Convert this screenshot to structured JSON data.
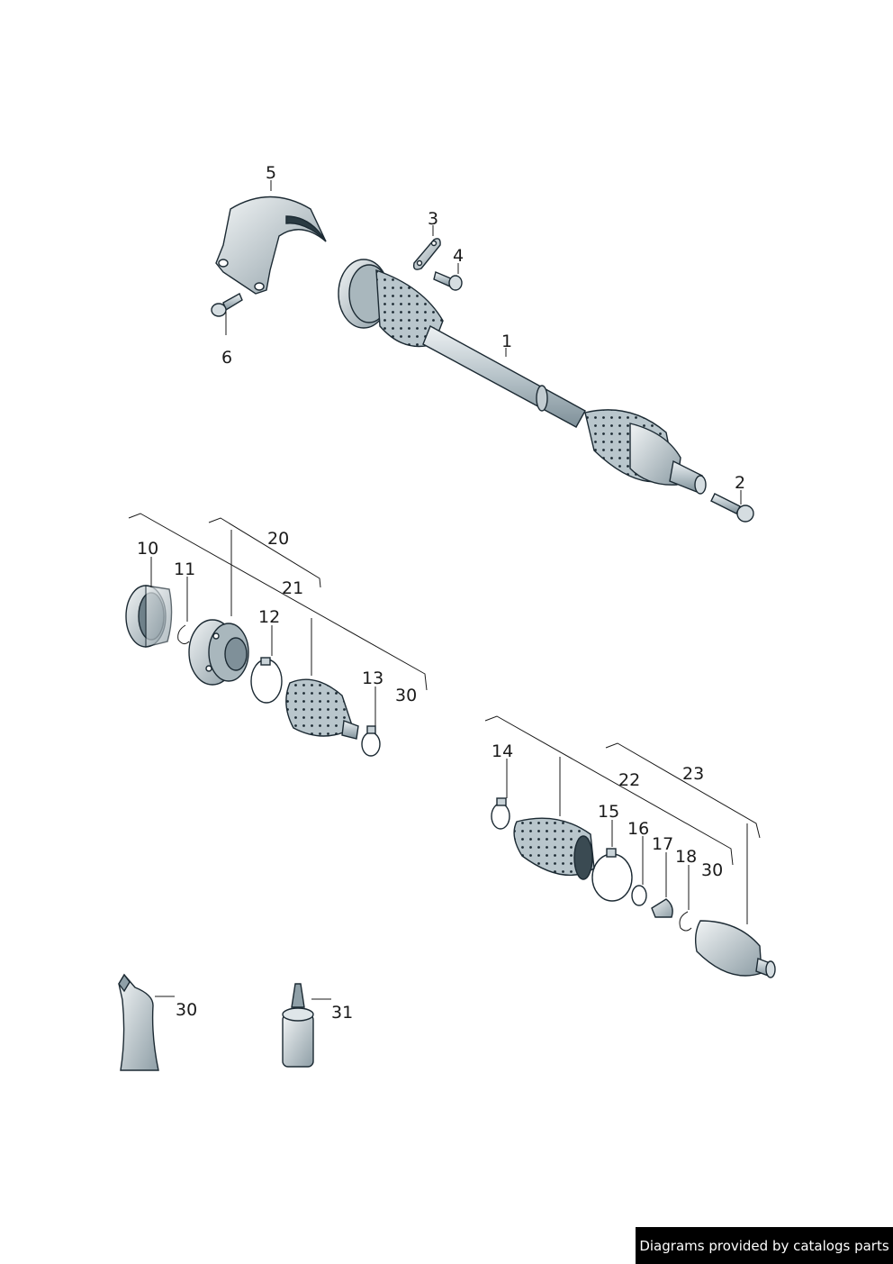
{
  "callouts": {
    "c1": "1",
    "c2": "2",
    "c3": "3",
    "c4": "4",
    "c5": "5",
    "c6": "6",
    "c10": "10",
    "c11": "11",
    "c12": "12",
    "c13": "13",
    "c14": "14",
    "c15": "15",
    "c16": "16",
    "c17": "17",
    "c18": "18",
    "c20": "20",
    "c21": "21",
    "c22": "22",
    "c23": "23",
    "c30a": "30",
    "c30b": "30",
    "c30c": "30",
    "c31": "31"
  },
  "footer": {
    "credit": "Diagrams provided by catalogs parts"
  }
}
